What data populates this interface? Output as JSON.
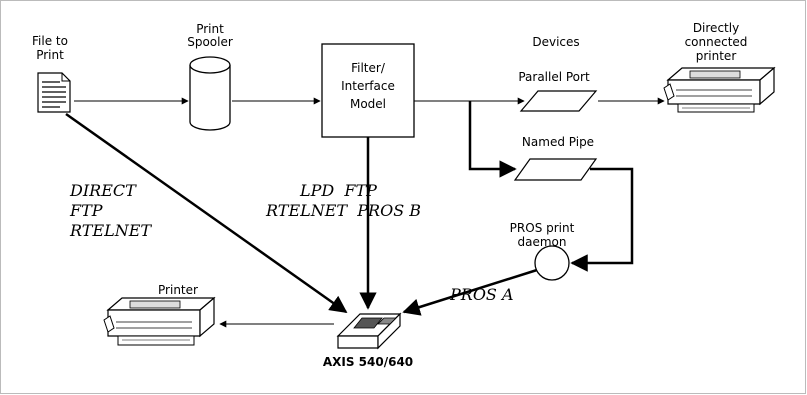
{
  "diagram": {
    "file_label": [
      "File to",
      "Print"
    ],
    "spooler_label": [
      "Print",
      "Spooler"
    ],
    "filter_label": [
      "Filter/",
      "Interface",
      "Model"
    ],
    "devices_label": "Devices",
    "parallel_port_label": "Parallel Port",
    "direct_printer_label": [
      "Directly",
      "connected",
      "printer"
    ],
    "named_pipe_label": "Named Pipe",
    "pros_daemon_label": [
      "PROS print",
      "daemon"
    ],
    "printer_label": "Printer",
    "axis_label": "AXIS 540/640",
    "direct_protocols": [
      "DIRECT",
      "FTP",
      "RTELNET"
    ],
    "filter_protocols": [
      "LPD  FTP",
      "RTELNET  PROS B"
    ],
    "pros_a_label": "PROS A"
  }
}
